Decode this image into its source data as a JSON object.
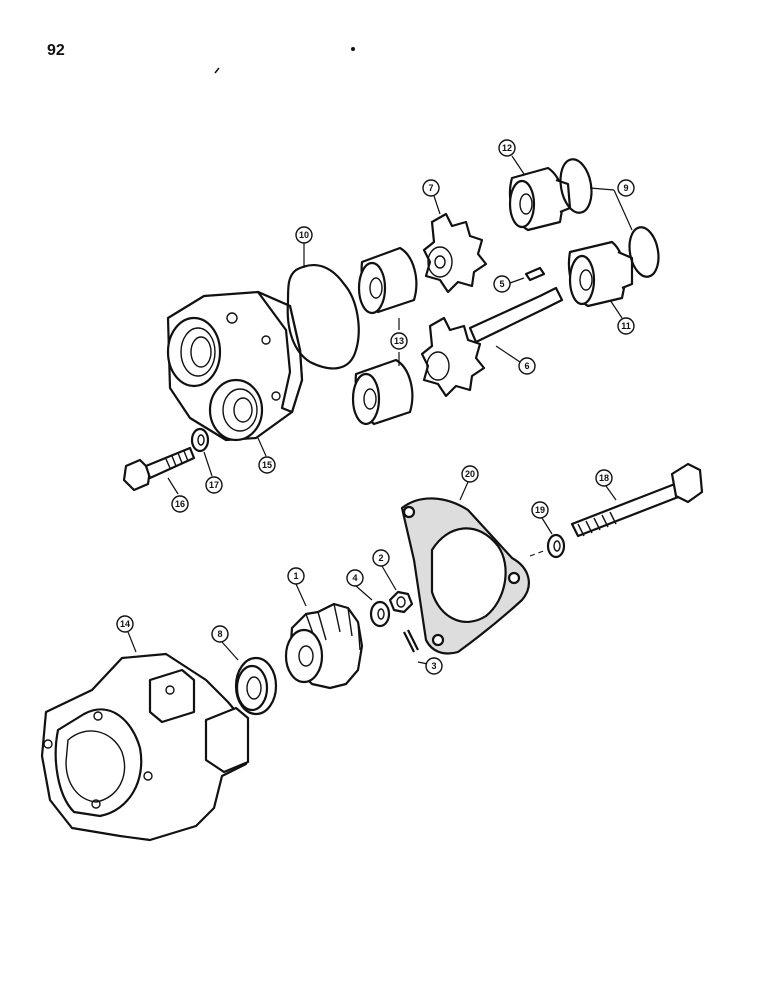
{
  "page": {
    "number": "92"
  },
  "callouts": [
    {
      "id": "1",
      "label": "1"
    },
    {
      "id": "2",
      "label": "2"
    },
    {
      "id": "3",
      "label": "3"
    },
    {
      "id": "4",
      "label": "4"
    },
    {
      "id": "5",
      "label": "5"
    },
    {
      "id": "6",
      "label": "6"
    },
    {
      "id": "7",
      "label": "7"
    },
    {
      "id": "8",
      "label": "8"
    },
    {
      "id": "9",
      "label": "9"
    },
    {
      "id": "10",
      "label": "10"
    },
    {
      "id": "11",
      "label": "11"
    },
    {
      "id": "12",
      "label": "12"
    },
    {
      "id": "13",
      "label": "13"
    },
    {
      "id": "14",
      "label": "14"
    },
    {
      "id": "15",
      "label": "15"
    },
    {
      "id": "16",
      "label": "16"
    },
    {
      "id": "17",
      "label": "17"
    },
    {
      "id": "18",
      "label": "18"
    },
    {
      "id": "19",
      "label": "19"
    },
    {
      "id": "20",
      "label": "20"
    }
  ],
  "colors": {
    "ink": "#111111",
    "paper": "#ffffff"
  }
}
